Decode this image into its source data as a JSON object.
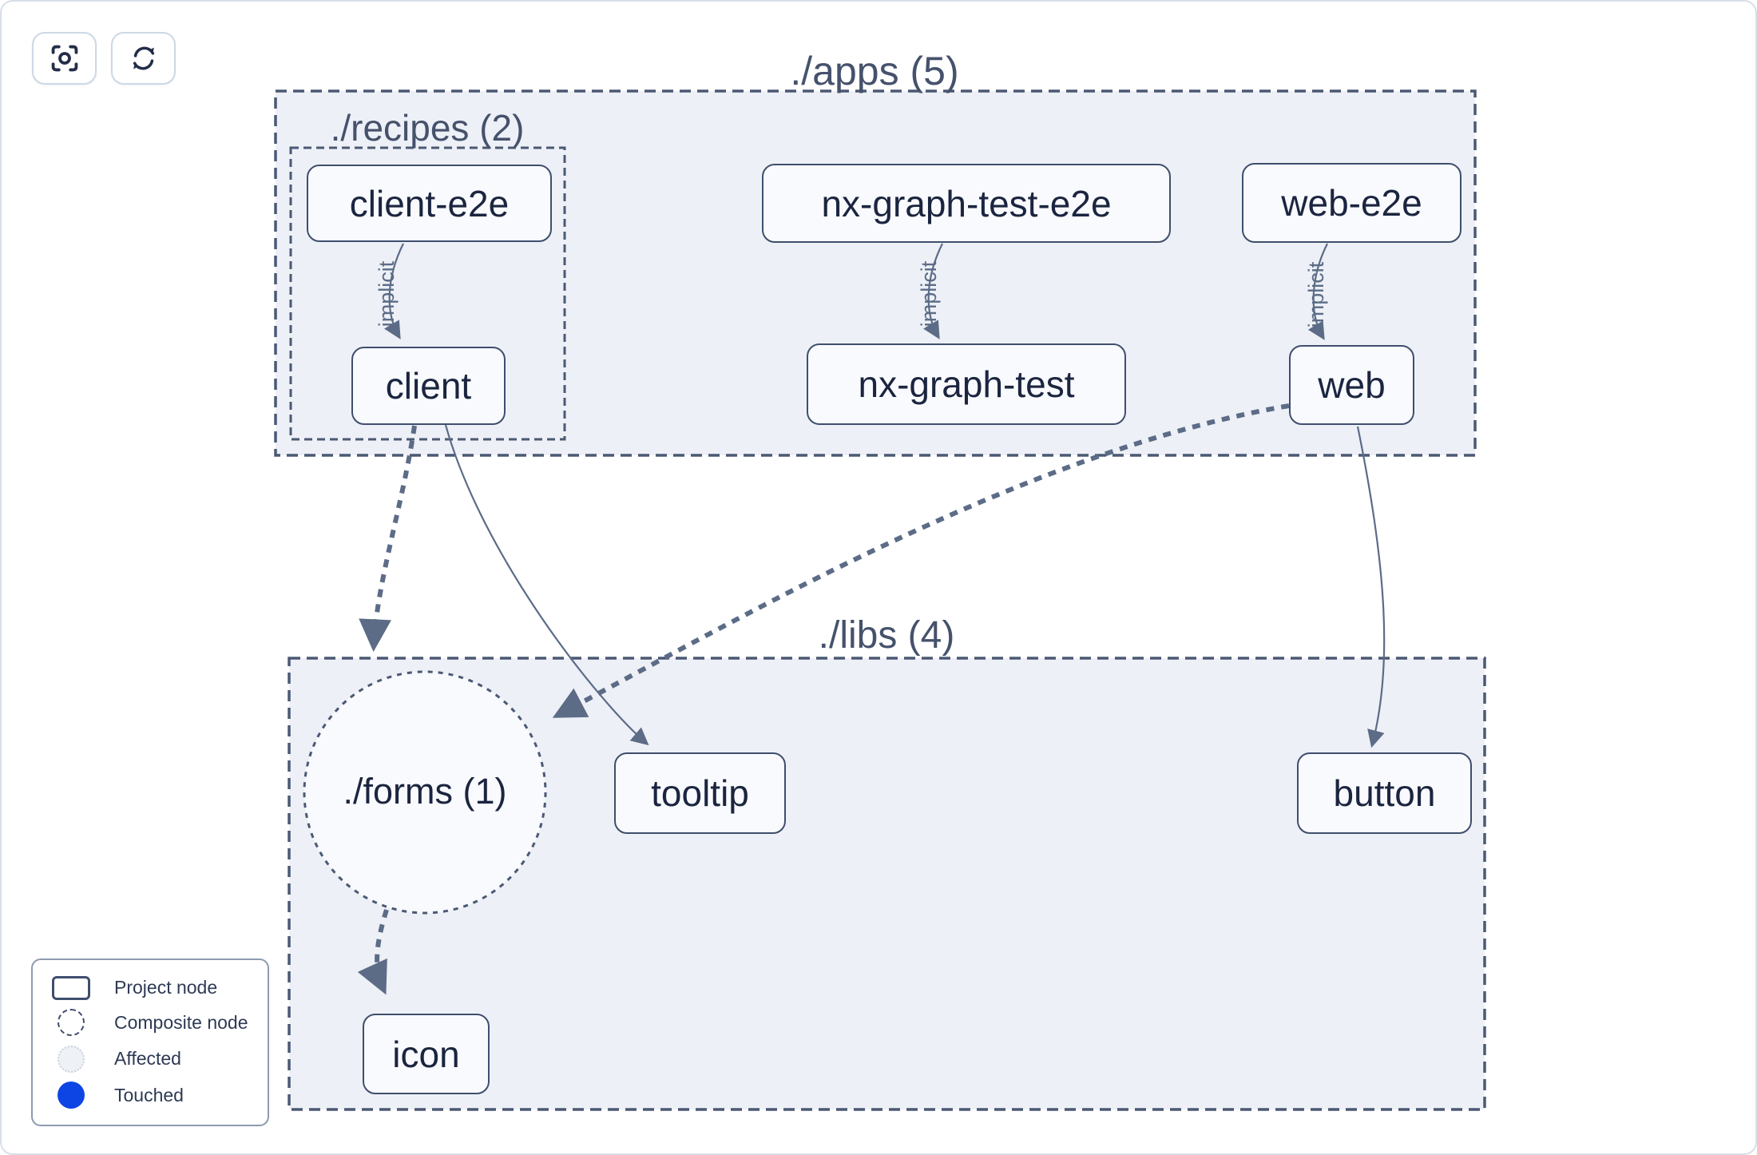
{
  "toolbar": {
    "buttons": [
      {
        "icon": "focus-center-icon"
      },
      {
        "icon": "refresh-icon"
      }
    ]
  },
  "graph": {
    "containers": {
      "apps": {
        "label": "./apps (5)"
      },
      "recipes": {
        "label": "./recipes (2)"
      },
      "libs": {
        "label": "./libs (4)"
      },
      "forms": {
        "label": "./forms (1)"
      }
    },
    "nodes": {
      "client_e2e": {
        "label": "client-e2e"
      },
      "nx_graph_test_e2e": {
        "label": "nx-graph-test-e2e"
      },
      "web_e2e": {
        "label": "web-e2e"
      },
      "client": {
        "label": "client"
      },
      "nx_graph_test": {
        "label": "nx-graph-test"
      },
      "web": {
        "label": "web"
      },
      "tooltip": {
        "label": "tooltip"
      },
      "button": {
        "label": "button"
      },
      "icon": {
        "label": "icon"
      }
    },
    "edge_labels": {
      "client_e2e_to_client": "implicit",
      "nx_graph_test_e2e_to_nx_graph_test": "implicit",
      "web_e2e_to_web": "implicit"
    }
  },
  "legend": {
    "items": [
      {
        "swatch": "project-node-swatch",
        "label": "Project node"
      },
      {
        "swatch": "composite-node-swatch",
        "label": "Composite node"
      },
      {
        "swatch": "affected-swatch",
        "label": "Affected"
      },
      {
        "swatch": "touched-swatch",
        "label": "Touched"
      }
    ]
  },
  "colors": {
    "page_border": "#d9dfe8",
    "container_fill": "#edf0f6",
    "container_stroke": "#4b5974",
    "node_fill": "#f9fafd",
    "node_border": "#3f4e6d",
    "text_dark": "#1b2540",
    "title": "#46526c",
    "edge": "#5c6c87",
    "legend_border": "#8d9ab1",
    "legend_text": "#2e3a54",
    "button_border": "#cdd8e6",
    "icon_color": "#232e49",
    "affected_fill": "#eef1f6",
    "affected_border": "#ccd3df",
    "touched_blue": "#0d45e4"
  }
}
